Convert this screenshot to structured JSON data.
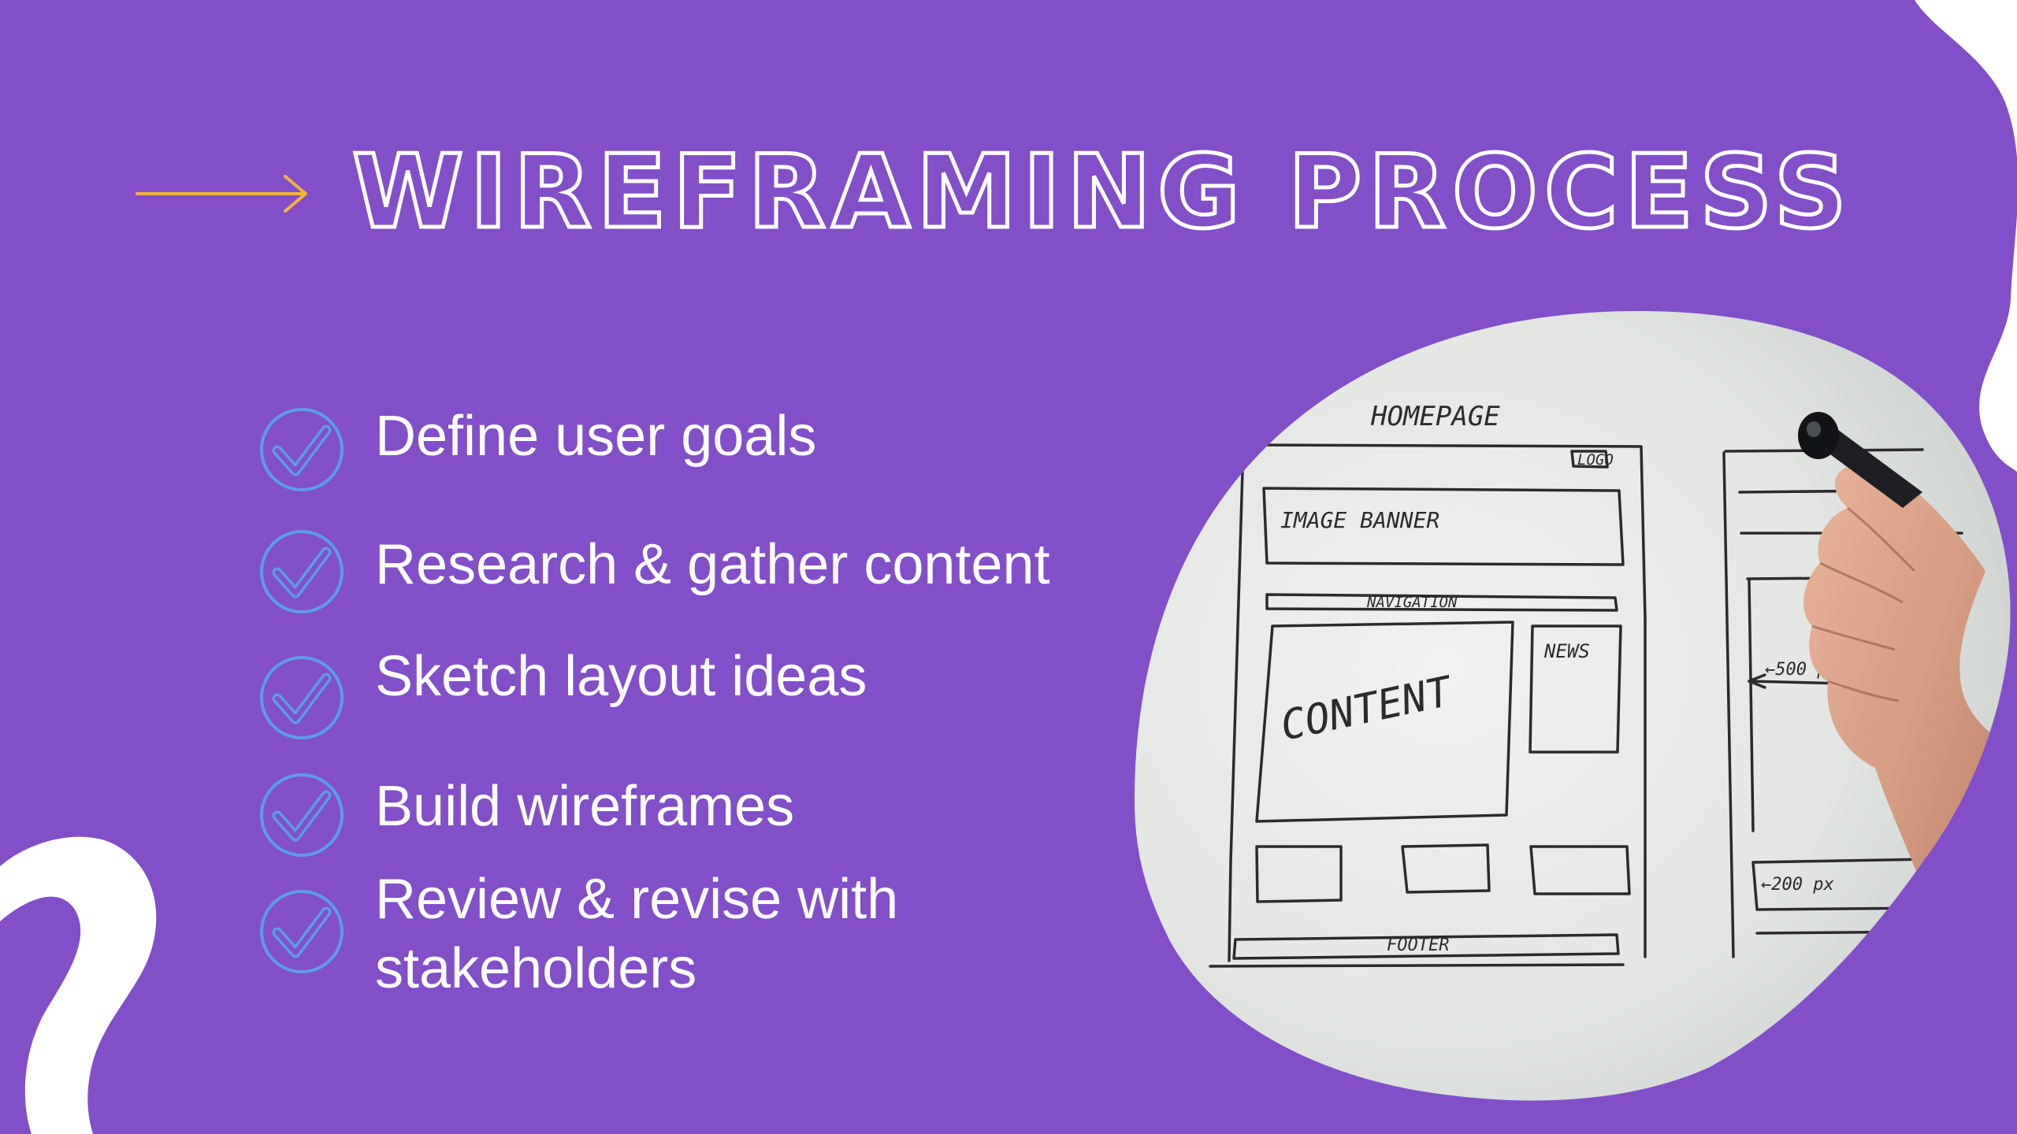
{
  "slide": {
    "title": "WIREFRAMING PROCESS",
    "background_color": "#824fc9",
    "accent_color": "#f2b43c",
    "check_color": "#5b9be8",
    "arrow_icon": "long-right-arrow-icon",
    "check_icon": "circle-check-icon"
  },
  "checklist": [
    {
      "label": "Define user goals"
    },
    {
      "label": "Research & gather content"
    },
    {
      "label": "Sketch layout ideas"
    },
    {
      "label": "Build wireframes"
    },
    {
      "label": "Review & revise with",
      "label_line2": "stakeholders"
    }
  ],
  "sketch": {
    "homepage": "HOMEPAGE",
    "logo": "LOGO",
    "image_banner": "IMAGE BANNER",
    "navigation": "NAVIGATION",
    "content": "CONTENT",
    "news": "NEWS",
    "footer": "FOOTER",
    "dimension_500": "←500 px→",
    "dimension_200": "←200 px"
  }
}
